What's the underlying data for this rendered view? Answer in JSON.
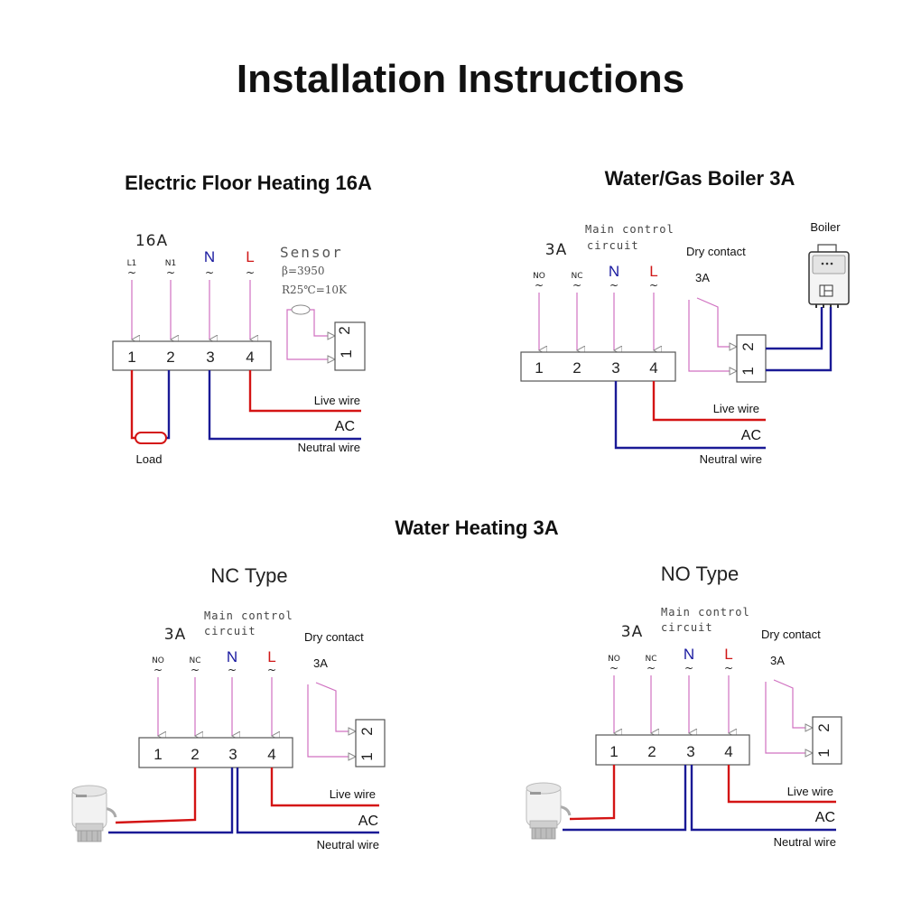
{
  "title": "Installation Instructions",
  "sections": {
    "floor": {
      "heading": "Electric Floor Heating 16A",
      "rating": "16A",
      "terminals": {
        "t1": "L1",
        "t2": "N1",
        "t3": "N",
        "t4": "L",
        "tilde": "~"
      },
      "block_numbers": [
        "1",
        "2",
        "3",
        "4"
      ],
      "sensor": {
        "label": "Sensor",
        "beta": "β=3950",
        "r25": "R25℃=10K",
        "pin1": "1",
        "pin2": "2"
      },
      "live_wire": "Live wire",
      "ac": "AC",
      "neutral_wire": "Neutral wire",
      "load": "Load"
    },
    "boiler": {
      "heading": "Water/Gas Boiler 3A",
      "rating": "3A",
      "main_control": [
        "Main control",
        "circuit"
      ],
      "dry_contact": "Dry contact",
      "dry_rating": "3A",
      "boiler_label": "Boiler",
      "terminals": {
        "t1": "NO",
        "t2": "NC",
        "t3": "N",
        "t4": "L",
        "tilde": "~"
      },
      "block_numbers": [
        "1",
        "2",
        "3",
        "4"
      ],
      "contact_pins": [
        "1",
        "2"
      ],
      "live_wire": "Live wire",
      "ac": "AC",
      "neutral_wire": "Neutral wire"
    },
    "water": {
      "heading": "Water Heating 3A",
      "nc": {
        "type_label": "NC Type",
        "rating": "3A",
        "main_control": [
          "Main control",
          "circuit"
        ],
        "dry_contact": "Dry contact",
        "dry_rating": "3A",
        "terminals": {
          "t1": "NO",
          "t2": "NC",
          "t3": "N",
          "t4": "L",
          "tilde": "~"
        },
        "block_numbers": [
          "1",
          "2",
          "3",
          "4"
        ],
        "contact_pins": [
          "1",
          "2"
        ],
        "live_wire": "Live wire",
        "ac": "AC",
        "neutral_wire": "Neutral wire"
      },
      "no": {
        "type_label": "NO Type",
        "rating": "3A",
        "main_control": [
          "Main control",
          "circuit"
        ],
        "dry_contact": "Dry contact",
        "dry_rating": "3A",
        "terminals": {
          "t1": "NO",
          "t2": "NC",
          "t3": "N",
          "t4": "L",
          "tilde": "~"
        },
        "block_numbers": [
          "1",
          "2",
          "3",
          "4"
        ],
        "contact_pins": [
          "1",
          "2"
        ],
        "live_wire": "Live wire",
        "ac": "AC",
        "neutral_wire": "Neutral wire"
      }
    }
  },
  "colors": {
    "live": "#d41414",
    "neutral": "#1a1a96",
    "signal": "#d070c0"
  }
}
